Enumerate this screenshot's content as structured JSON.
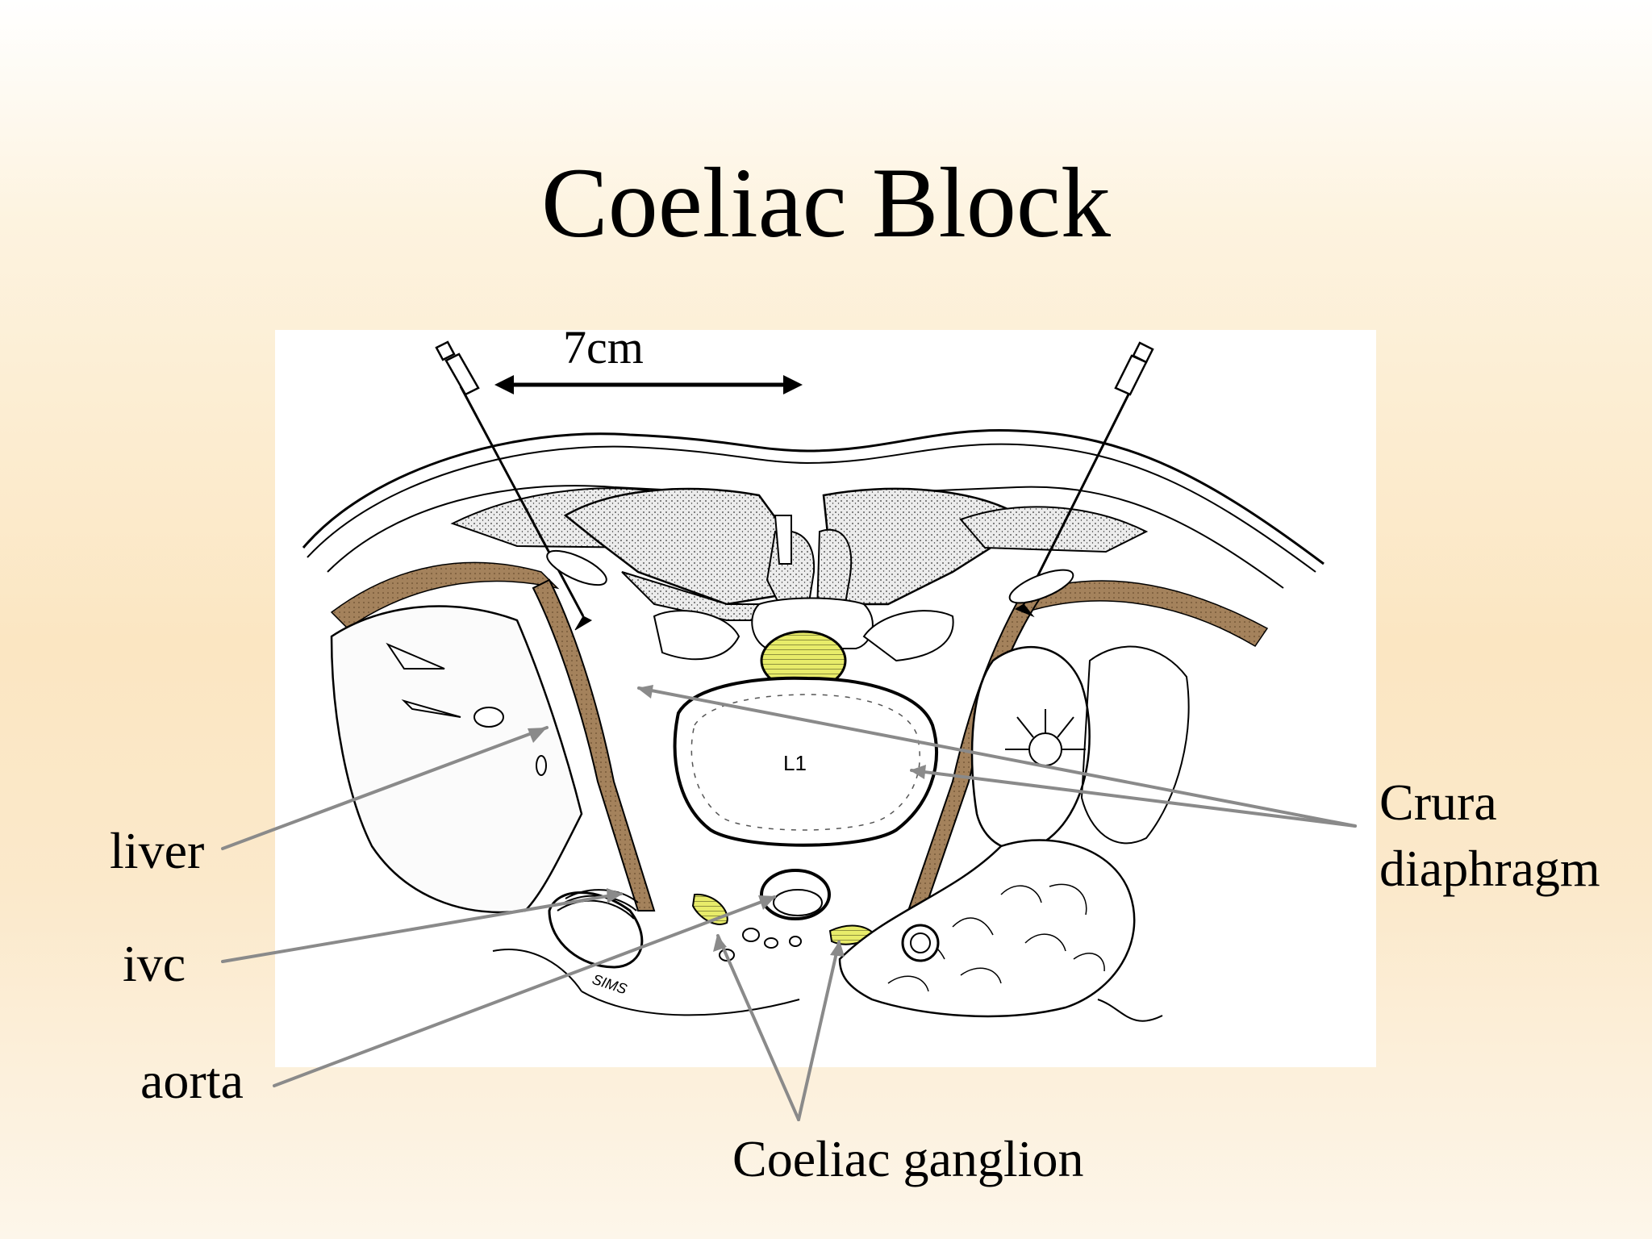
{
  "slide": {
    "title": "Coeliac Block"
  },
  "diagram": {
    "measurement": "7cm",
    "vertebra": "L1",
    "artist_signature": "SIMS",
    "labels": {
      "liver": "liver",
      "ivc": "ivc",
      "aorta": "aorta",
      "crura_line1": "Crura",
      "crura_line2": "diaphragm",
      "coeliac_ganglion": "Coeliac ganglion"
    },
    "colors": {
      "ganglion_fill": "#e4e85a",
      "muscle_band": "#8c6a45",
      "leader_line": "#8a8a8a"
    }
  }
}
